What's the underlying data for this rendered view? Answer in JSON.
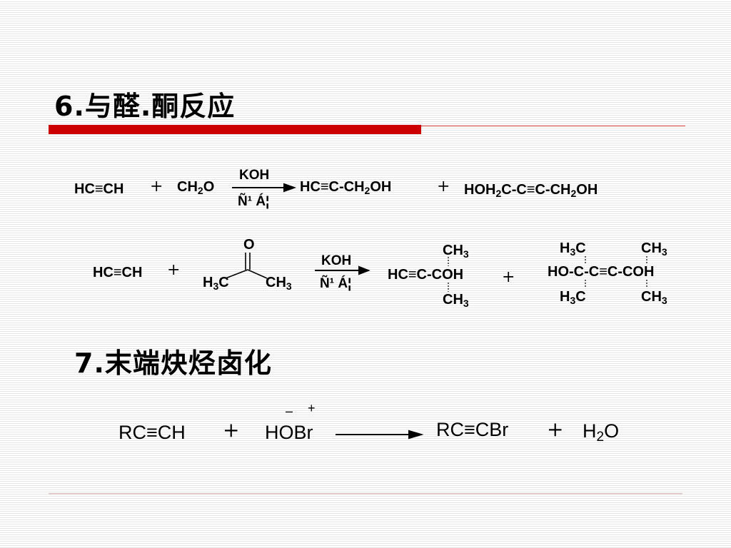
{
  "section6": {
    "heading": "6.与醛.酮反应",
    "reaction1": {
      "reactant1": "HC≡CH",
      "plus1": "+",
      "reactant2_main": "CH",
      "reactant2_sub": "2",
      "reactant2_tail": "O",
      "reagent": "KOH",
      "condition": "Ñ¹ Á¦",
      "product1_a": "HC≡C-CH",
      "product1_sub": "2",
      "product1_b": "OH",
      "plus2": "+",
      "product2_a": "HOH",
      "product2_sub1": "2",
      "product2_b": "C-C≡C-CH",
      "product2_sub2": "2",
      "product2_c": "OH"
    },
    "reaction2": {
      "reactant1": "HC≡CH",
      "plus1": "+",
      "ketone_o": "O",
      "ketone_left_a": "H",
      "ketone_left_sub": "3",
      "ketone_left_b": "C",
      "ketone_right_a": "CH",
      "ketone_right_sub": "3",
      "reagent": "KOH",
      "condition": "Ñ¹ Á¦",
      "product1_top_a": "CH",
      "product1_top_sub": "3",
      "product1_mid": "HC≡C-COH",
      "product1_bot_a": "CH",
      "product1_bot_sub": "3",
      "plus2": "+",
      "product2_tl_a": "H",
      "product2_tl_sub": "3",
      "product2_tl_b": "C",
      "product2_tr_a": "CH",
      "product2_tr_sub": "3",
      "product2_mid": "HO-C-C≡C-COH",
      "product2_bl_a": "H",
      "product2_bl_sub": "3",
      "product2_bl_b": "C",
      "product2_br_a": "CH",
      "product2_br_sub": "3"
    }
  },
  "section7": {
    "heading": "7.末端炔烃卤化",
    "reactant1": "RC≡CH",
    "plus1": "+",
    "reactant2": "HOBr",
    "charge_minus": "–",
    "charge_plus": "+",
    "product1": "RC≡CBr",
    "plus2": "+",
    "product2_a": "H",
    "product2_sub": "2",
    "product2_b": "O"
  }
}
